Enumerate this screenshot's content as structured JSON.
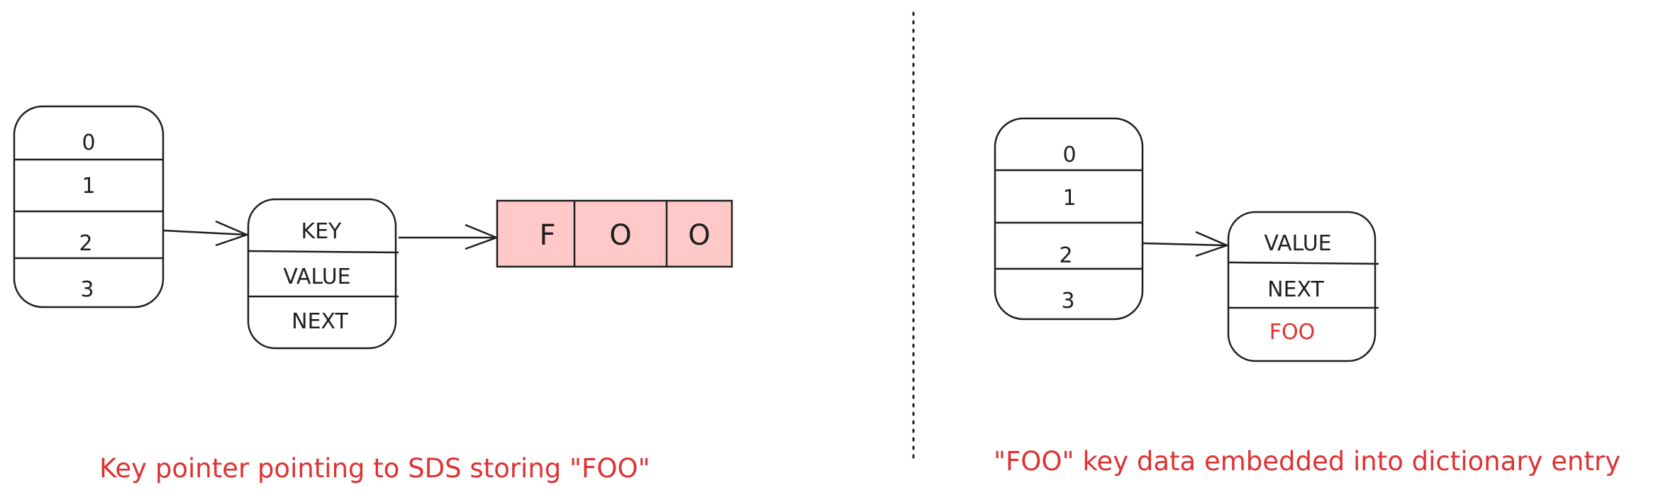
{
  "colors": {
    "stroke": "#1e1e1e",
    "accent_red": "#e03131",
    "sds_fill": "#ffc9c9",
    "background": "#ffffff"
  },
  "left": {
    "hash_table_slots": [
      "0",
      "1",
      "2",
      "3"
    ],
    "entry_fields": [
      "KEY",
      "VALUE",
      "NEXT"
    ],
    "sds_chars": [
      "F",
      "O",
      "O"
    ],
    "caption": "Key pointer pointing to SDS storing \"FOO\""
  },
  "right": {
    "hash_table_slots": [
      "0",
      "1",
      "2",
      "3"
    ],
    "entry_fields": [
      "VALUE",
      "NEXT"
    ],
    "embedded_key": "FOO",
    "caption": "\"FOO\" key data embedded into dictionary entry"
  }
}
